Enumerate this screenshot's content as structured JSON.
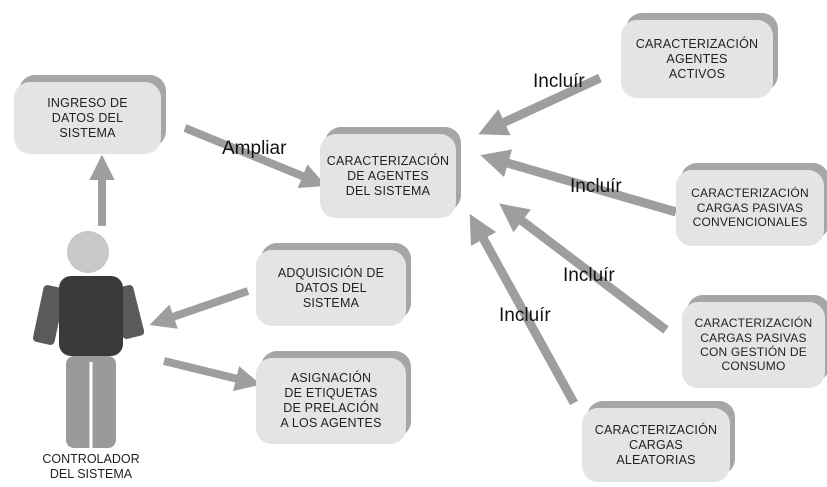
{
  "actor": {
    "name": "CONTROLADOR\nDEL SISTEMA"
  },
  "use_cases": {
    "ingreso": "INGRESO DE\nDATOS DEL\nSISTEMA",
    "caracterizacion_agentes": "CARACTERIZACIÓN\nDE AGENTES\nDEL SISTEMA",
    "activos": "CARACTERIZACIÓN\nAGENTES\nACTIVOS",
    "pasivas_conv": "CARACTERIZACIÓN\nCARGAS PASIVAS\nCONVENCIONALES",
    "pasivas_gestion": "CARACTERIZACIÓN\nCARGAS PASIVAS\nCON GESTIÓN DE\nCONSUMO",
    "aleatorias": "CARACTERIZACIÓN\nCARGAS\nALEATORIAS",
    "adquisicion": "ADQUISICIÓN DE\nDATOS DEL\nSISTEMA",
    "asignacion": "ASIGNACIÓN\nDE ETIQUETAS\nDE PRELACIÓN\nA LOS AGENTES"
  },
  "relations": {
    "ampliar": "Ampliar",
    "incluir_activos": "Incluír",
    "incluir_conv": "Incluír",
    "incluir_gestion": "Incluír",
    "incluir_aleatorias": "Incluír"
  },
  "colors": {
    "node_fill": "#e4e4e4",
    "node_shadow": "#a6a6a6",
    "arrow": "#9e9e9e",
    "actor_head": "#c8c8c8",
    "actor_torso": "#3a3a3a",
    "actor_legs": "#9a9a9a"
  }
}
